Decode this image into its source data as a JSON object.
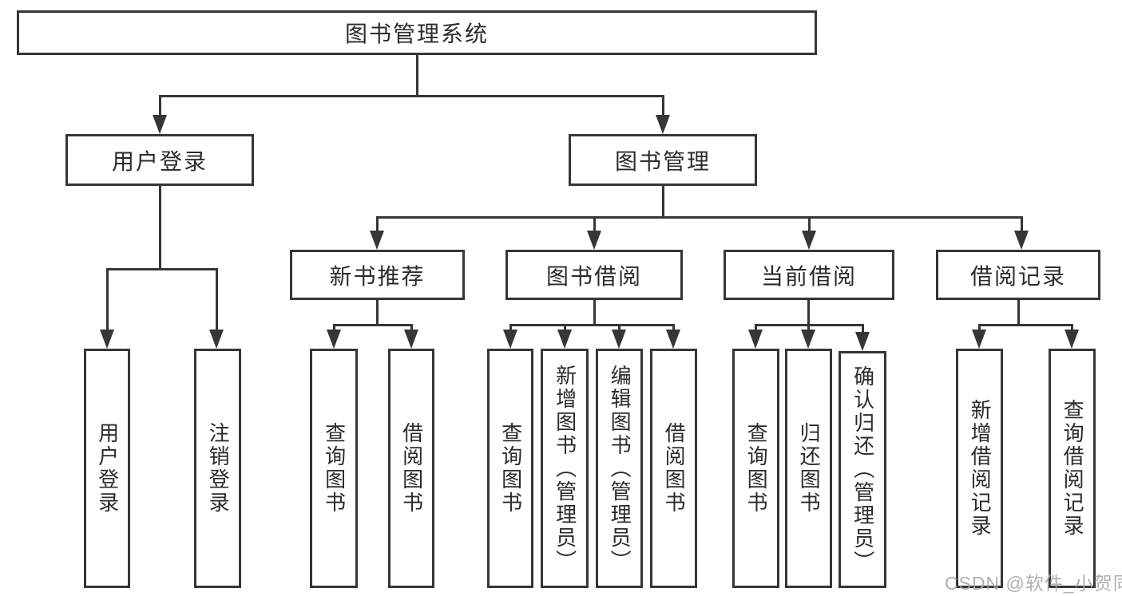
{
  "tree": {
    "root": "图书管理系统",
    "branches": [
      {
        "label": "用户登录",
        "children": [
          {
            "label": "用户登录"
          },
          {
            "label": "注销登录"
          }
        ]
      },
      {
        "label": "图书管理",
        "groups": [
          {
            "label": "新书推荐",
            "children": [
              {
                "label": "查询图书"
              },
              {
                "label": "借阅图书"
              }
            ]
          },
          {
            "label": "图书借阅",
            "children": [
              {
                "label": "查询图书"
              },
              {
                "label": "新增图书（管理员）"
              },
              {
                "label": "编辑图书（管理员）"
              },
              {
                "label": "借阅图书"
              }
            ]
          },
          {
            "label": "当前借阅",
            "children": [
              {
                "label": "查询图书"
              },
              {
                "label": "归还图书"
              },
              {
                "label": "确认归还（管理员）"
              }
            ]
          },
          {
            "label": "借阅记录",
            "children": [
              {
                "label": "新增借阅记录"
              },
              {
                "label": "查询借阅记录"
              }
            ]
          }
        ]
      }
    ]
  },
  "watermark": {
    "text": "CSDN @软件_小贺同学",
    "color": "#a8a8a8"
  },
  "colors": {
    "line": "#363636",
    "text": "#2b2b2b",
    "background": "#ffffff"
  }
}
